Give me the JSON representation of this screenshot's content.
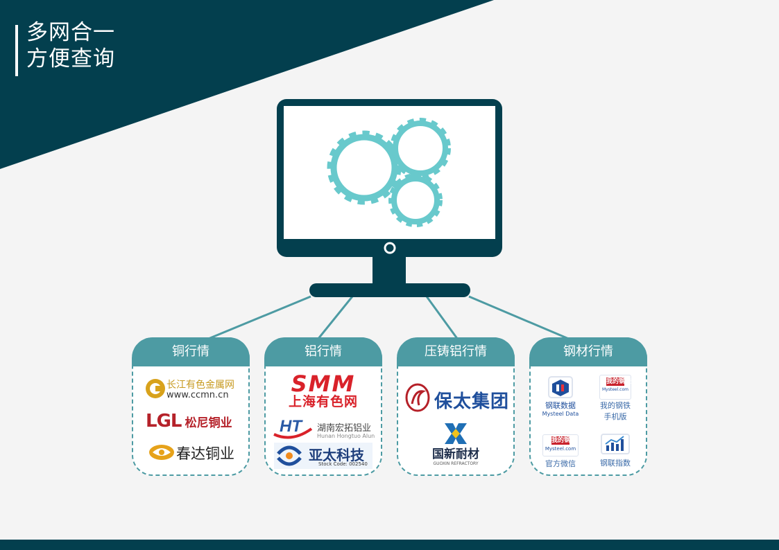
{
  "title": {
    "line1": "多网合一",
    "line2": "方便查询"
  },
  "colors": {
    "dark": "#033f4e",
    "accent": "#4d9ba3",
    "gear": "#68c9cc",
    "background": "#f4f4f4"
  },
  "monitor": {
    "icons": [
      "gear-icon",
      "gear-icon",
      "gear-icon"
    ]
  },
  "categories": [
    {
      "label": "铜行情",
      "logos": [
        {
          "name": "changjiang",
          "line1": "长江有色金属网",
          "line2": "www.ccmn.cn"
        },
        {
          "name": "lgl",
          "brand": "LGL",
          "text": "松尼铜业"
        },
        {
          "name": "chunda",
          "text": "春达铜业"
        }
      ]
    },
    {
      "label": "铝行情",
      "logos": [
        {
          "name": "smm",
          "brand": "SMM",
          "text": "上海有色网"
        },
        {
          "name": "hongtuo",
          "brand": "HT",
          "text": "湖南宏拓铝业",
          "sub": "Hunan Hongtuo Alun"
        },
        {
          "name": "yatai",
          "text": "亚太科技",
          "sub": "Stock Code: 002540"
        }
      ]
    },
    {
      "label": "压铸铝行情",
      "logos": [
        {
          "name": "baotai",
          "text": "保太集团"
        },
        {
          "name": "guoxin",
          "text": "国新耐材",
          "sub": "GUOXIN REFRACTORY"
        }
      ]
    },
    {
      "label": "钢材行情",
      "logos": [
        {
          "name": "mysteel-data",
          "line1": "钢联数据",
          "line2": "Mysteel Data"
        },
        {
          "name": "mysteel-mobile",
          "badge": "我的钢铁",
          "badge_sub": "Mysteel.com",
          "line1": "我的钢铁",
          "line2": "手机版"
        },
        {
          "name": "mysteel-wechat",
          "badge": "我的钢铁",
          "badge_sub": "Mysteel.com",
          "line1": "官方微信"
        },
        {
          "name": "mysteel-index",
          "line1": "钢联指数"
        }
      ]
    }
  ]
}
